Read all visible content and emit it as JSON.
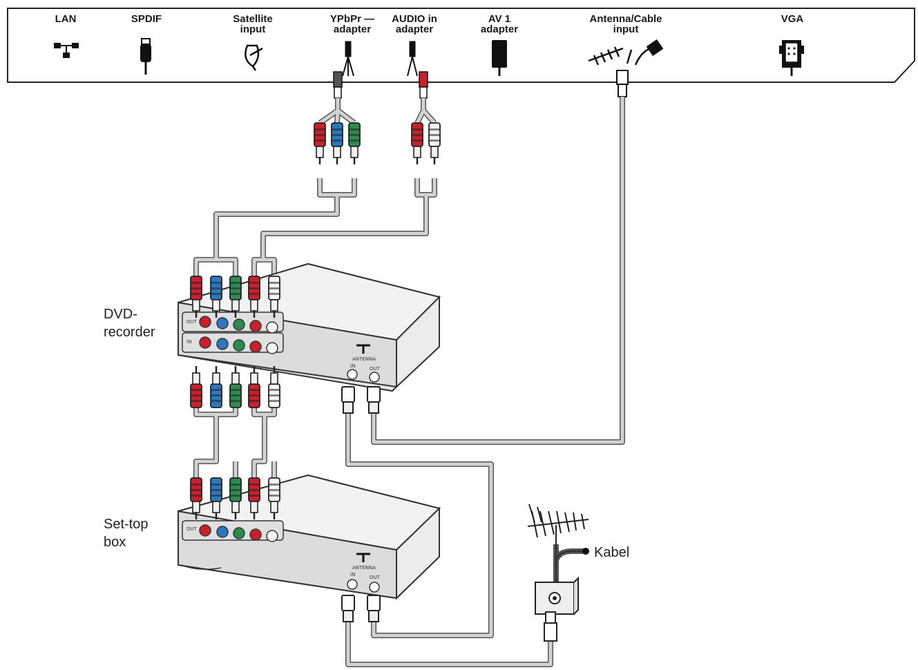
{
  "tv_panel": {
    "ports": [
      {
        "id": "lan",
        "label": "LAN",
        "icon": "lan-network-icon"
      },
      {
        "id": "spdif",
        "label": "SPDIF",
        "icon": "spdif-plug-icon"
      },
      {
        "id": "satellite",
        "label": "Satellite\ninput",
        "icon": "satellite-dish-icon"
      },
      {
        "id": "ypbpr",
        "label": "YPbPr —\nadapter",
        "icon": "ypbpr-adapter-icon"
      },
      {
        "id": "audio",
        "label": "AUDIO in\nadapter",
        "icon": "audio-adapter-icon"
      },
      {
        "id": "av1",
        "label": "AV 1\nadapter",
        "icon": "av1-adapter-icon"
      },
      {
        "id": "antenna",
        "label": "Antenna/Cable\ninput",
        "icon": "antenna-cable-icon"
      },
      {
        "id": "vga",
        "label": "VGA",
        "icon": "vga-connector-icon"
      }
    ]
  },
  "devices": {
    "dvd_recorder": {
      "label": "DVD-\nrecorder",
      "row_out": "OUT",
      "row_in": "IN",
      "antenna": "ANTENNA",
      "ant_in": "IN",
      "ant_out": "OUT"
    },
    "set_top_box": {
      "label": "Set-top\nbox",
      "row_out": "OUT",
      "antenna": "ANTENNA",
      "ant_in": "IN",
      "ant_out": "OUT"
    }
  },
  "wall_antenna": {
    "label": "Kabel"
  },
  "colors": {
    "red": "#c8202c",
    "blue": "#2b78c0",
    "green": "#2f8a4f",
    "white": "#f4f4f4",
    "cable": "#cfcfcf",
    "device_body": "#e6e6e6"
  }
}
